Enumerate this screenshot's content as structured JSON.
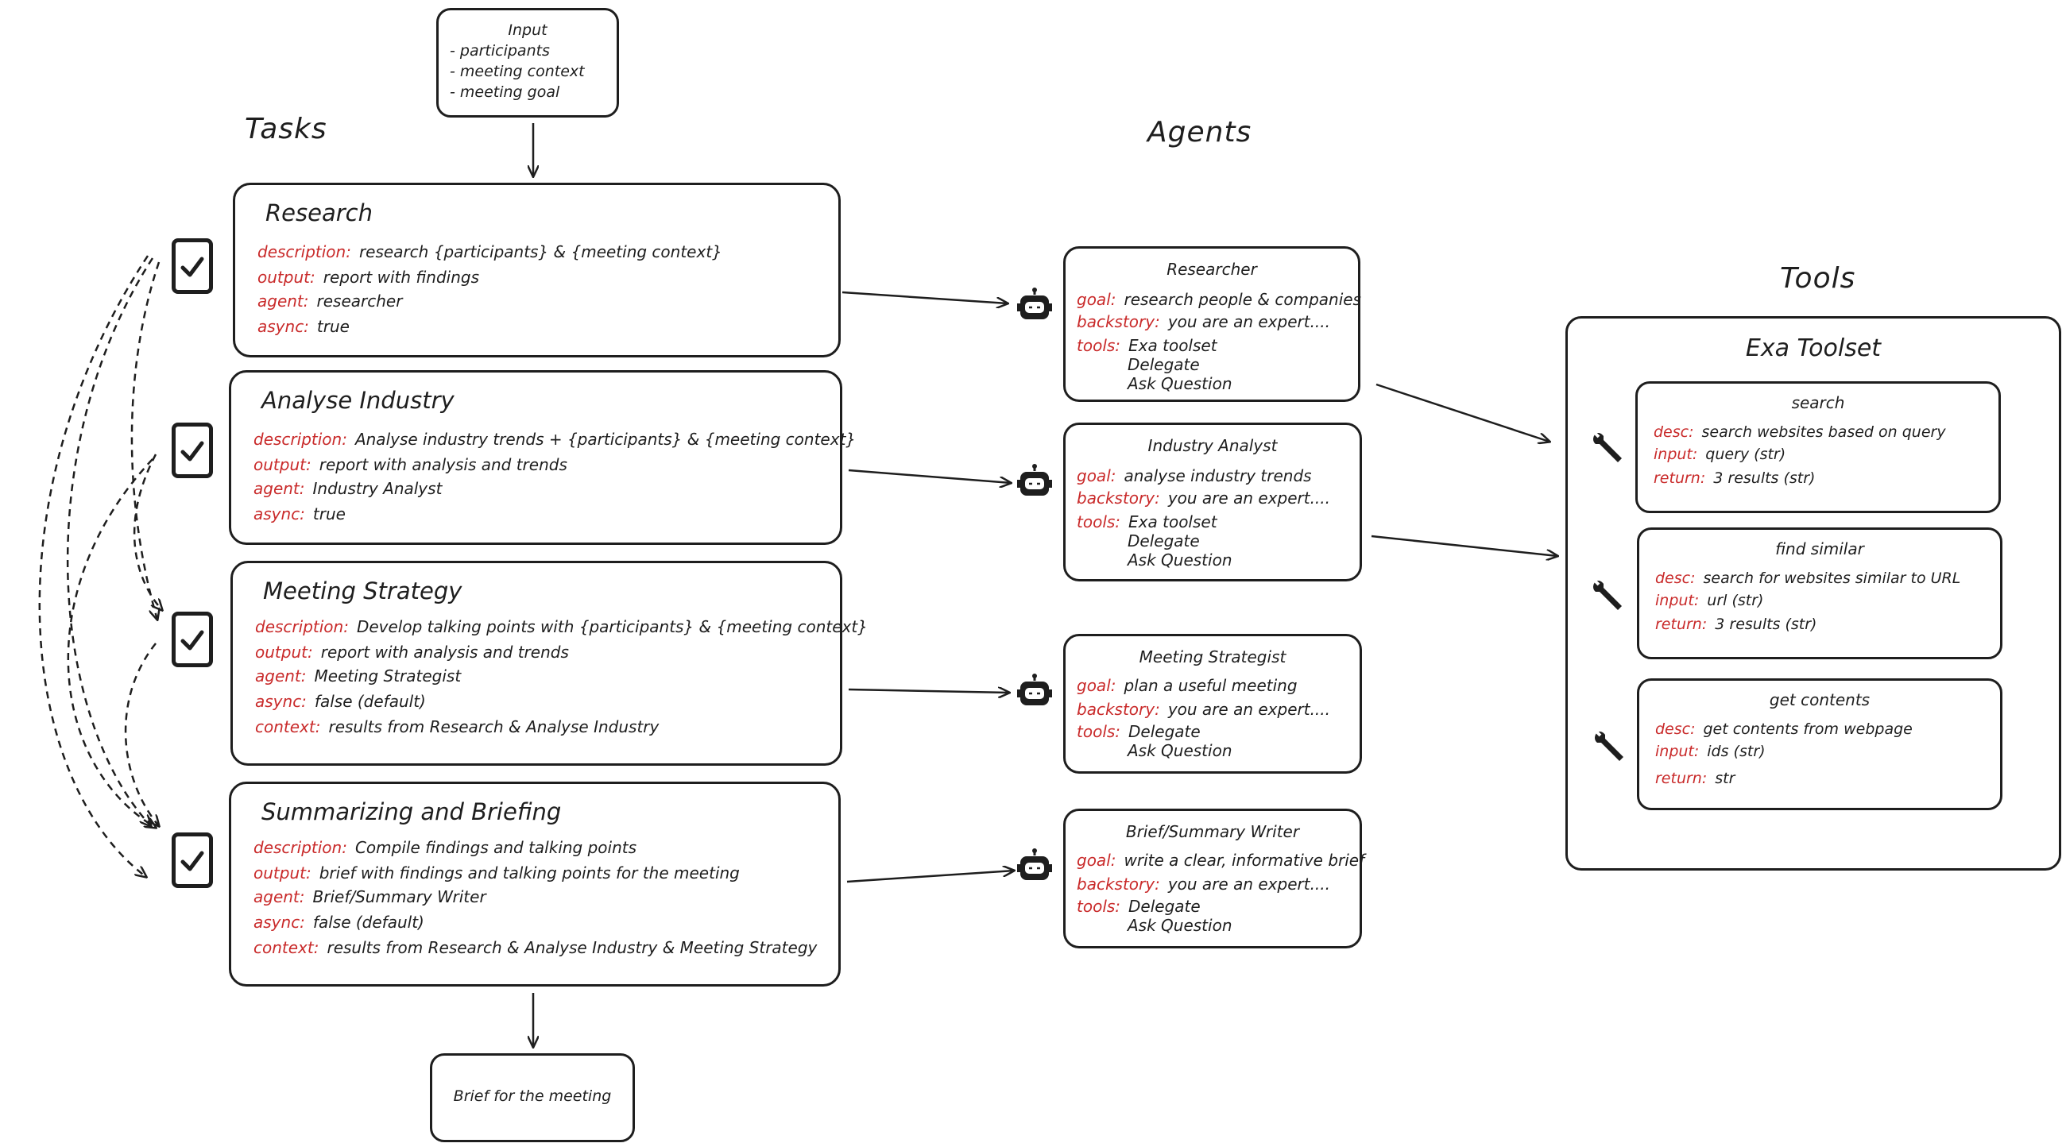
{
  "headers": {
    "tasks": "Tasks",
    "agents": "Agents",
    "tools": "Tools"
  },
  "input_box": {
    "title": "Input",
    "items": [
      "- participants",
      "- meeting context",
      "- meeting goal"
    ]
  },
  "output_box": {
    "text": "Brief for the meeting"
  },
  "tasks": [
    {
      "title": "Research",
      "rows": [
        {
          "key": "description:",
          "value": "research {participants} & {meeting context}"
        },
        {
          "key": "output:",
          "value": "report with findings"
        },
        {
          "key": "agent:",
          "value": "researcher"
        },
        {
          "key": "async:",
          "value": "true"
        }
      ]
    },
    {
      "title": "Analyse Industry",
      "rows": [
        {
          "key": "description:",
          "value": "Analyse industry trends + {participants} & {meeting context}"
        },
        {
          "key": "output:",
          "value": "report with analysis and trends"
        },
        {
          "key": "agent:",
          "value": "Industry Analyst"
        },
        {
          "key": "async:",
          "value": "true"
        }
      ]
    },
    {
      "title": "Meeting Strategy",
      "rows": [
        {
          "key": "description:",
          "value": "Develop talking points with {participants} & {meeting context}"
        },
        {
          "key": "output:",
          "value": "report with analysis and trends"
        },
        {
          "key": "agent:",
          "value": "Meeting Strategist"
        },
        {
          "key": "async:",
          "value": "false (default)"
        },
        {
          "key": "context:",
          "value": "results from Research & Analyse Industry"
        }
      ]
    },
    {
      "title": "Summarizing and Briefing",
      "rows": [
        {
          "key": "description:",
          "value": "Compile findings and talking points"
        },
        {
          "key": "output:",
          "value": "brief with findings and talking points for the meeting"
        },
        {
          "key": "agent:",
          "value": "Brief/Summary Writer"
        },
        {
          "key": "async:",
          "value": "false (default)"
        },
        {
          "key": "context:",
          "value": "results from Research & Analyse Industry & Meeting Strategy"
        }
      ]
    }
  ],
  "agents": [
    {
      "title": "Researcher",
      "goal_key": "goal:",
      "goal": "research people & companies",
      "backstory_key": "backstory:",
      "backstory": "you are an expert....",
      "tools_key": "tools:",
      "tools": [
        "Exa toolset",
        "Delegate",
        "Ask Question"
      ]
    },
    {
      "title": "Industry Analyst",
      "goal_key": "goal:",
      "goal": "analyse industry trends",
      "backstory_key": "backstory:",
      "backstory": "you are an expert....",
      "tools_key": "tools:",
      "tools": [
        "Exa toolset",
        "Delegate",
        "Ask Question"
      ]
    },
    {
      "title": "Meeting Strategist",
      "goal_key": "goal:",
      "goal": "plan a useful meeting",
      "backstory_key": "backstory:",
      "backstory": "you are an expert....",
      "tools_key": "tools:",
      "tools": [
        "Delegate",
        "Ask Question"
      ]
    },
    {
      "title": "Brief/Summary Writer",
      "goal_key": "goal:",
      "goal": "write a clear, informative brief",
      "backstory_key": "backstory:",
      "backstory": "you are an expert....",
      "tools_key": "tools:",
      "tools": [
        "Delegate",
        "Ask Question"
      ]
    }
  ],
  "toolset": {
    "title": "Exa Toolset",
    "tools": [
      {
        "name": "search",
        "desc_key": "desc:",
        "desc": "search websites based on query",
        "input_key": "input:",
        "input": "query (str)",
        "return_key": "return:",
        "return": "3 results (str)"
      },
      {
        "name": "find similar",
        "desc_key": "desc:",
        "desc": "search for websites similar to URL",
        "input_key": "input:",
        "input": "url (str)",
        "return_key": "return:",
        "return": "3 results (str)"
      },
      {
        "name": "get contents",
        "desc_key": "desc:",
        "desc": "get contents from webpage",
        "input_key": "input:",
        "input": "ids (str)",
        "return_key": "return:",
        "return": "str"
      }
    ]
  },
  "icons": {
    "task": "checkbox-icon",
    "agent": "robot-icon",
    "tool": "wrench-icon"
  },
  "colors": {
    "key": "#c92a2a",
    "stroke": "#1e1e1e"
  }
}
